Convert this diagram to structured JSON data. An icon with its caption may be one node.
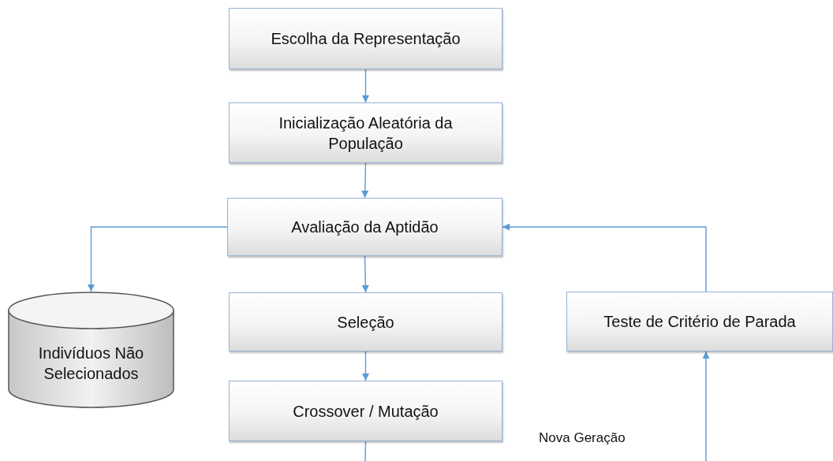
{
  "diagram": {
    "nodes": [
      {
        "text": [
          "Escolha da Representação"
        ]
      },
      {
        "text": [
          "Inicialização Aleatória da População"
        ]
      },
      {
        "text": [
          "Avaliação da Aptidão"
        ]
      },
      {
        "text": [
          "Indivíduos Não Selecionados"
        ]
      },
      {
        "text": [
          "Seleção"
        ]
      },
      {
        "text": [
          "Crossover / Mutação"
        ]
      },
      {
        "text": [
          "Teste de Critério de Parada"
        ]
      }
    ],
    "edges": [
      {
        "from": 0,
        "to": 1,
        "arrow": "to"
      },
      {
        "from": 1,
        "to": 2,
        "arrow": "to"
      },
      {
        "from": 2,
        "to": 3,
        "arrow": "to"
      },
      {
        "from": 2,
        "to": 4,
        "arrow": "to"
      },
      {
        "from": 4,
        "to": 5,
        "arrow": "to"
      },
      {
        "from": 5,
        "to": null,
        "arrow": "none"
      },
      {
        "from": null,
        "to": 6,
        "arrow": "to"
      },
      {
        "from": 6,
        "to": 2,
        "arrow": "to"
      }
    ],
    "labels": [
      "Nova Geração"
    ]
  }
}
